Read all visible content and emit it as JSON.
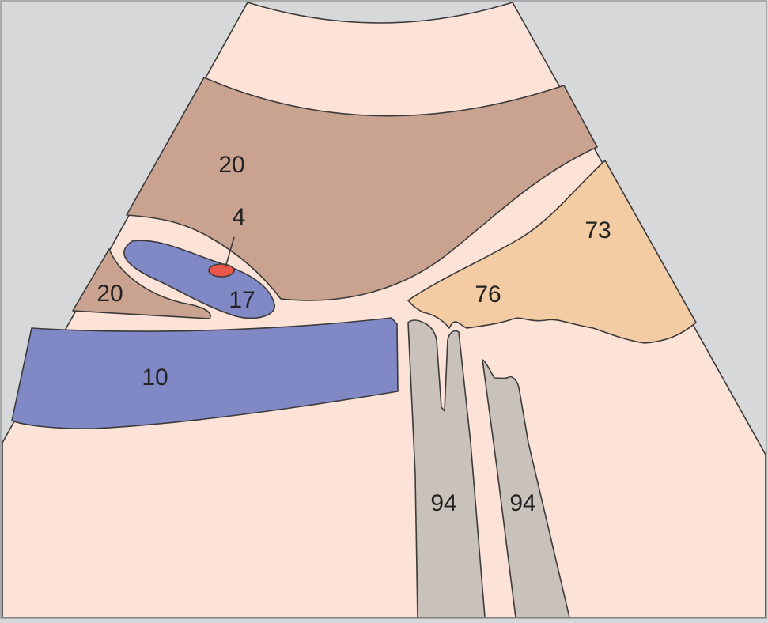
{
  "colors": {
    "background": "#d7d8da",
    "frame_border": "#9a9a9a",
    "fan": "#fde2d8",
    "band_brown": "#c9a390",
    "vessel_blue": "#8089c6",
    "dot_red": "#e8574a",
    "region_orange": "#f4cca4",
    "shadow_gray": "#c9c2bb",
    "outline": "#3a3a3a"
  },
  "labels": {
    "band_upper": "20",
    "band_lower_left": "20",
    "dot": "4",
    "oval_vessel": "17",
    "wide_vessel": "10",
    "region_upper": "73",
    "region_lower": "76",
    "shadow_left": "94",
    "shadow_right": "94"
  }
}
